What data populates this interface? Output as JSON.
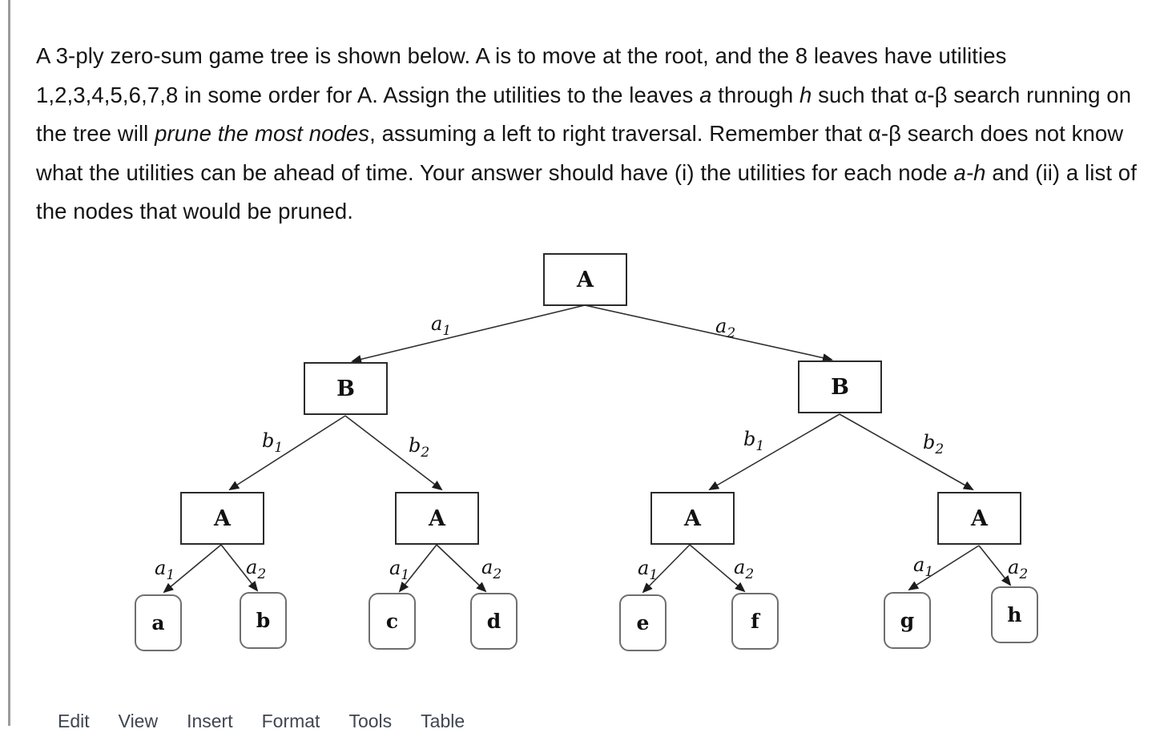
{
  "colors": {
    "background": "#ffffff",
    "body_text": "#141414",
    "menu_text": "#3f4650",
    "node_border": "#2b2b2b",
    "leaf_border": "#6e6e6e",
    "edge_line": "#2f2f2f",
    "left_rule": "#9b9b9b"
  },
  "question": {
    "segments": [
      {
        "text": "A 3-ply zero-sum game tree is shown below. A is to move at the root, and the 8 leaves have utilities 1,2,3,4,5,6,7,8 in some order for A. Assign the utilities to the leaves ",
        "italic": false
      },
      {
        "text": "a",
        "italic": true
      },
      {
        "text": " through ",
        "italic": false
      },
      {
        "text": "h",
        "italic": true
      },
      {
        "text": " such that α-β search running on the tree will ",
        "italic": false
      },
      {
        "text": "prune the most nodes",
        "italic": true
      },
      {
        "text": ", assuming a left to right traversal. Remember that α-β search does not know what the utilities can be ahead of time. Your answer should have (i) the utilities for each node ",
        "italic": false
      },
      {
        "text": "a-h",
        "italic": true
      },
      {
        "text": " and (ii) a list of the nodes that would be pruned.",
        "italic": false
      }
    ]
  },
  "tree": {
    "nodes": [
      {
        "id": "root",
        "label": "A",
        "depth": 0
      },
      {
        "id": "B-left",
        "label": "B",
        "depth": 1
      },
      {
        "id": "B-right",
        "label": "B",
        "depth": 1
      },
      {
        "id": "A-left-1",
        "label": "A",
        "depth": 2
      },
      {
        "id": "A-left-2",
        "label": "A",
        "depth": 2
      },
      {
        "id": "A-right-1",
        "label": "A",
        "depth": 2
      },
      {
        "id": "A-right-2",
        "label": "A",
        "depth": 2
      }
    ],
    "leaves": [
      {
        "id": "a",
        "label": "a"
      },
      {
        "id": "b",
        "label": "b"
      },
      {
        "id": "c",
        "label": "c"
      },
      {
        "id": "d",
        "label": "d"
      },
      {
        "id": "e",
        "label": "e"
      },
      {
        "id": "f",
        "label": "f"
      },
      {
        "id": "g",
        "label": "g"
      },
      {
        "id": "h",
        "label": "h"
      }
    ],
    "edge_labels": [
      {
        "from": "root",
        "to": "B-left",
        "letter": "a",
        "sub": "1"
      },
      {
        "from": "root",
        "to": "B-right",
        "letter": "a",
        "sub": "2"
      },
      {
        "from": "B-left",
        "to": "A-left-1",
        "letter": "b",
        "sub": "1"
      },
      {
        "from": "B-left",
        "to": "A-left-2",
        "letter": "b",
        "sub": "2"
      },
      {
        "from": "B-right",
        "to": "A-right-1",
        "letter": "b",
        "sub": "1"
      },
      {
        "from": "B-right",
        "to": "A-right-2",
        "letter": "b",
        "sub": "2"
      },
      {
        "from": "A-left-1",
        "to": "a",
        "letter": "a",
        "sub": "1"
      },
      {
        "from": "A-left-1",
        "to": "b",
        "letter": "a",
        "sub": "2"
      },
      {
        "from": "A-left-2",
        "to": "c",
        "letter": "a",
        "sub": "1"
      },
      {
        "from": "A-left-2",
        "to": "d",
        "letter": "a",
        "sub": "2"
      },
      {
        "from": "A-right-1",
        "to": "e",
        "letter": "a",
        "sub": "1"
      },
      {
        "from": "A-right-1",
        "to": "f",
        "letter": "a",
        "sub": "2"
      },
      {
        "from": "A-right-2",
        "to": "g",
        "letter": "a",
        "sub": "1"
      },
      {
        "from": "A-right-2",
        "to": "h",
        "letter": "a",
        "sub": "2"
      }
    ]
  },
  "menu": {
    "items": [
      "Edit",
      "View",
      "Insert",
      "Format",
      "Tools",
      "Table"
    ]
  }
}
